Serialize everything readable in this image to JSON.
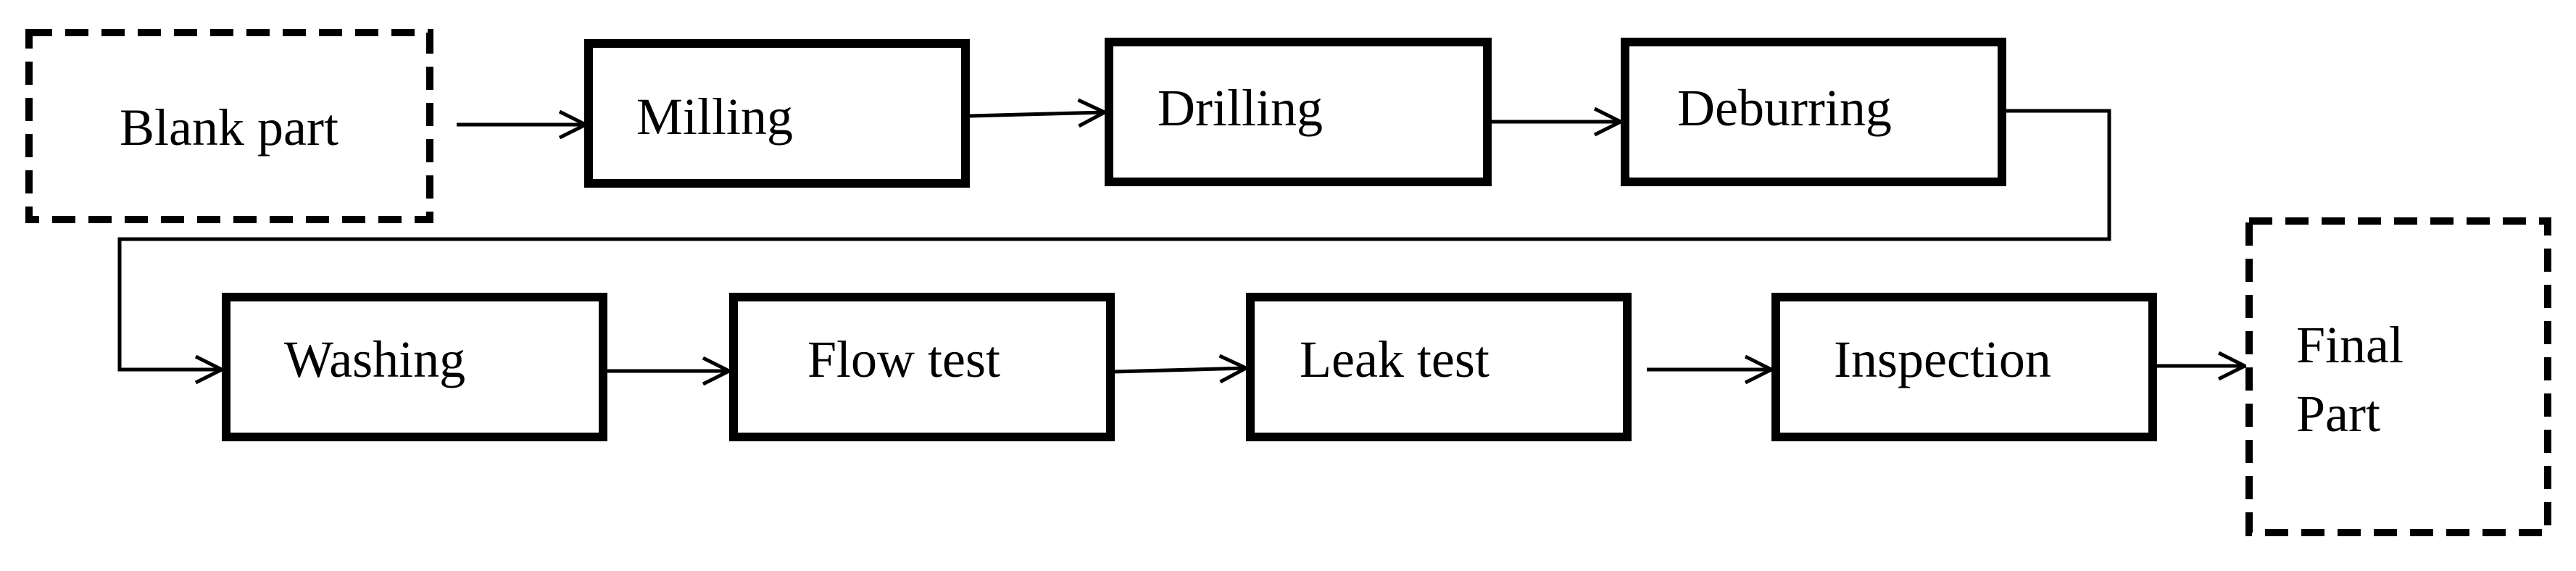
{
  "steps": {
    "blank_part": "Blank part",
    "milling": "Milling",
    "drilling": "Drilling",
    "deburring": "Deburring",
    "washing": "Washing",
    "flow_test": "Flow test",
    "leak_test": "Leak test",
    "inspection": "Inspection",
    "final_part_line1": "Final",
    "final_part_line2": "Part"
  },
  "colors": {
    "stroke": "#000000",
    "background": "#ffffff"
  }
}
